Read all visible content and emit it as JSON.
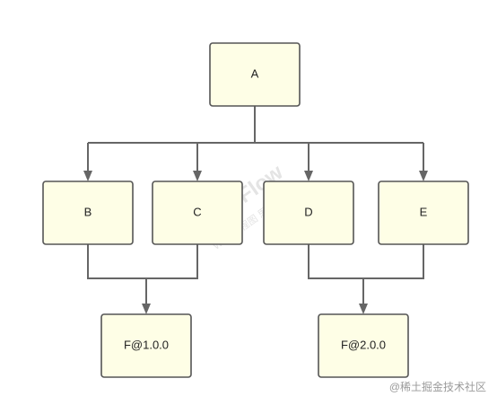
{
  "diagram": {
    "nodes": [
      {
        "id": "A",
        "label": "A"
      },
      {
        "id": "B",
        "label": "B"
      },
      {
        "id": "C",
        "label": "C"
      },
      {
        "id": "D",
        "label": "D"
      },
      {
        "id": "E",
        "label": "E"
      },
      {
        "id": "F1",
        "label": "F@1.0.0"
      },
      {
        "id": "F2",
        "label": "F@2.0.0"
      }
    ],
    "edges": [
      {
        "from": "A",
        "to": [
          "B",
          "C",
          "D",
          "E"
        ]
      },
      {
        "from": [
          "B",
          "C"
        ],
        "to": "F1"
      },
      {
        "from": [
          "D",
          "E"
        ],
        "to": "F2"
      }
    ]
  },
  "watermark": {
    "line1": "WPS Flow",
    "line2": "WPS流程图 思维导图"
  },
  "credit": "@稀土掘金技术社区",
  "colors": {
    "node_fill": "#fefee6",
    "node_border": "#555555",
    "edge": "#666666"
  }
}
